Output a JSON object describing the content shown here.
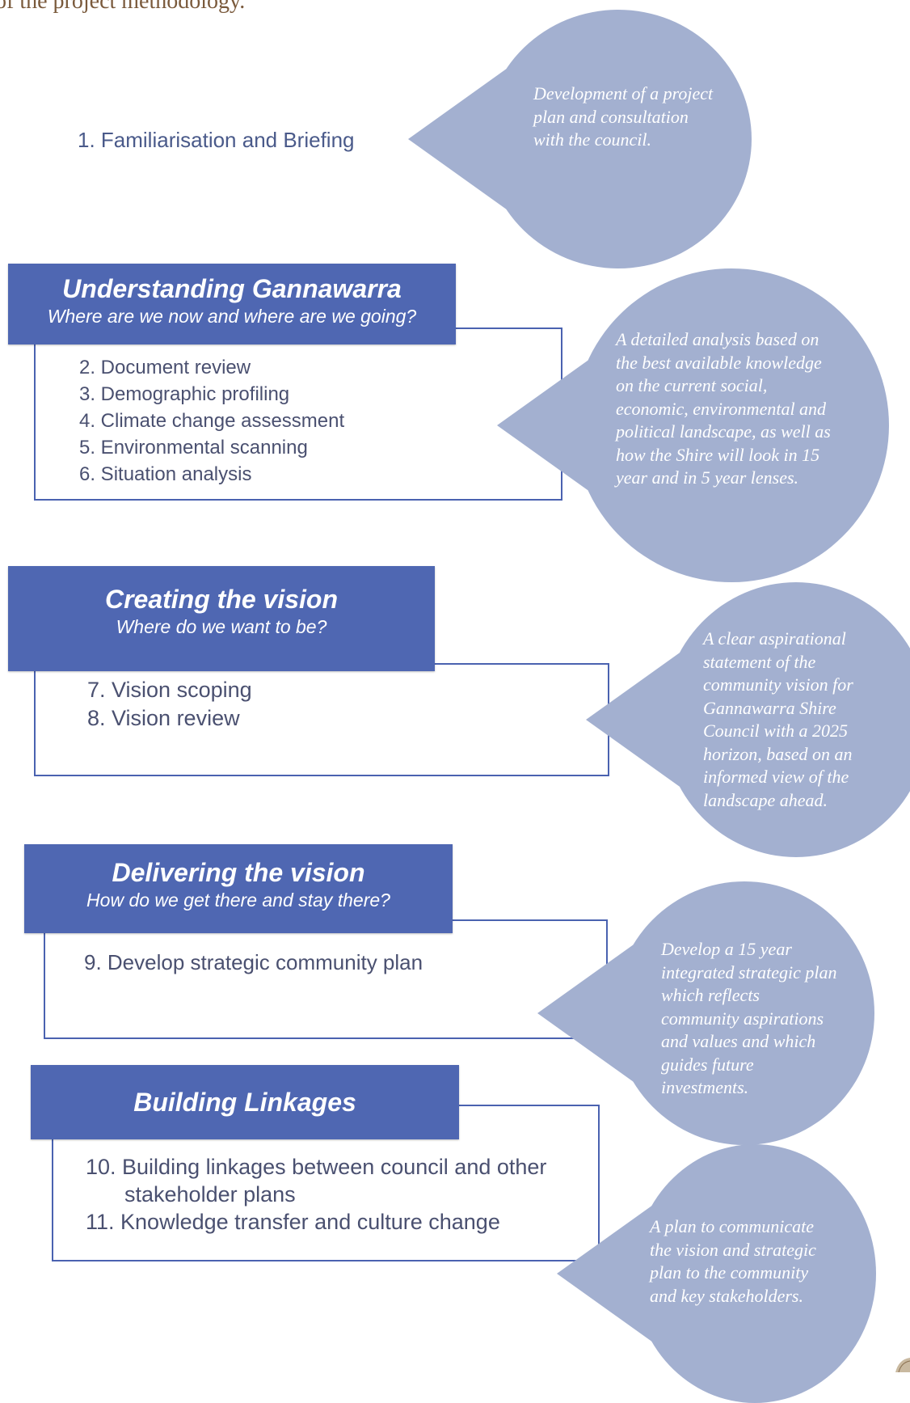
{
  "intro": "of the project methodology.",
  "step1": "1. Familiarisation and Briefing",
  "sections": [
    {
      "title": "Understanding Gannawarra",
      "subtitle": "Where are we now and where are we going?",
      "items": [
        "2. Document review",
        "3. Demographic profiling",
        "4. Climate change assessment",
        "5. Environmental scanning",
        "6. Situation analysis"
      ]
    },
    {
      "title": "Creating the vision",
      "subtitle": "Where do we want to be?",
      "items": [
        "7. Vision scoping",
        "8. Vision review"
      ]
    },
    {
      "title": "Delivering the vision",
      "subtitle": "How do we get there and stay there?",
      "items": [
        "9. Develop strategic community plan"
      ]
    },
    {
      "title": "Building Linkages",
      "items": [
        "10. Building linkages between council and other",
        "stakeholder plans",
        "11. Knowledge transfer and culture change"
      ]
    }
  ],
  "bubbles": [
    "Development of a project\nplan and consultation\nwith the council.",
    "A detailed analysis based on\nthe best available knowledge\non the current social,\neconomic, environmental and\npolitical landscape, as well as\nhow the Shire will look in 15\nyear and in 5 year lenses.",
    "A clear aspirational\nstatement of the\ncommunity vision for\nGannawarra Shire\nCouncil with a 2025\nhorizon, based on an\ninformed view of the\nlandscape ahead.",
    "Develop a 15 year\nintegrated strategic plan\nwhich reflects\ncommunity aspirations\nand values and which\nguides future\ninvestments.",
    "A plan to communicate\nthe vision and strategic\nplan to the community\nand key stakeholders."
  ],
  "colors": {
    "header": "#4f67b2",
    "bubble": "#a3b0d0",
    "border": "#4a62b0"
  }
}
